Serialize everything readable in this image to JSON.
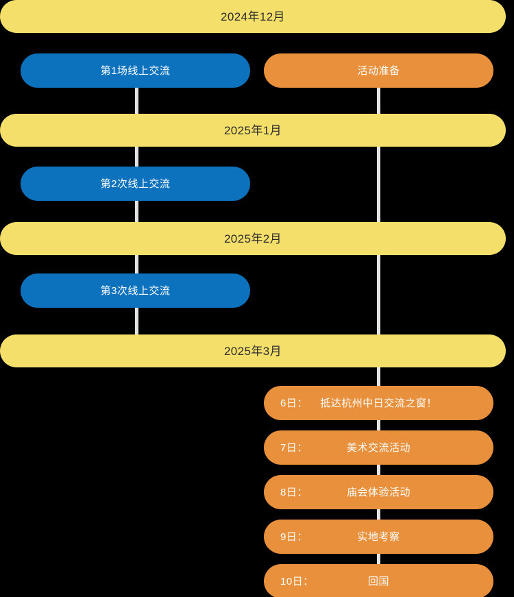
{
  "theme": {
    "background": "#000000",
    "month_band": "#f5df6b",
    "month_text": "#2b2b2b",
    "online_event": "#0c72be",
    "prep_event": "#e8903c",
    "event_text": "#ffffff",
    "connector": "#e3e3e3"
  },
  "months": [
    {
      "label": "2024年12月"
    },
    {
      "label": "2025年1月"
    },
    {
      "label": "2025年2月"
    },
    {
      "label": "2025年3月"
    }
  ],
  "events": [
    {
      "label": "第1场线上交流",
      "track": "online"
    },
    {
      "label": "活动准备",
      "track": "prep"
    },
    {
      "label": "第2次线上交流",
      "track": "online"
    },
    {
      "label": "第3次线上交流",
      "track": "online"
    }
  ],
  "days": [
    {
      "day": "6日：",
      "activity": "抵达杭州中日交流之窗！"
    },
    {
      "day": "7日：",
      "activity": "美术交流活动"
    },
    {
      "day": "8日：",
      "activity": "庙会体验活动"
    },
    {
      "day": "9日：",
      "activity": "实地考察"
    },
    {
      "day": "10日：",
      "activity": "回国"
    }
  ]
}
